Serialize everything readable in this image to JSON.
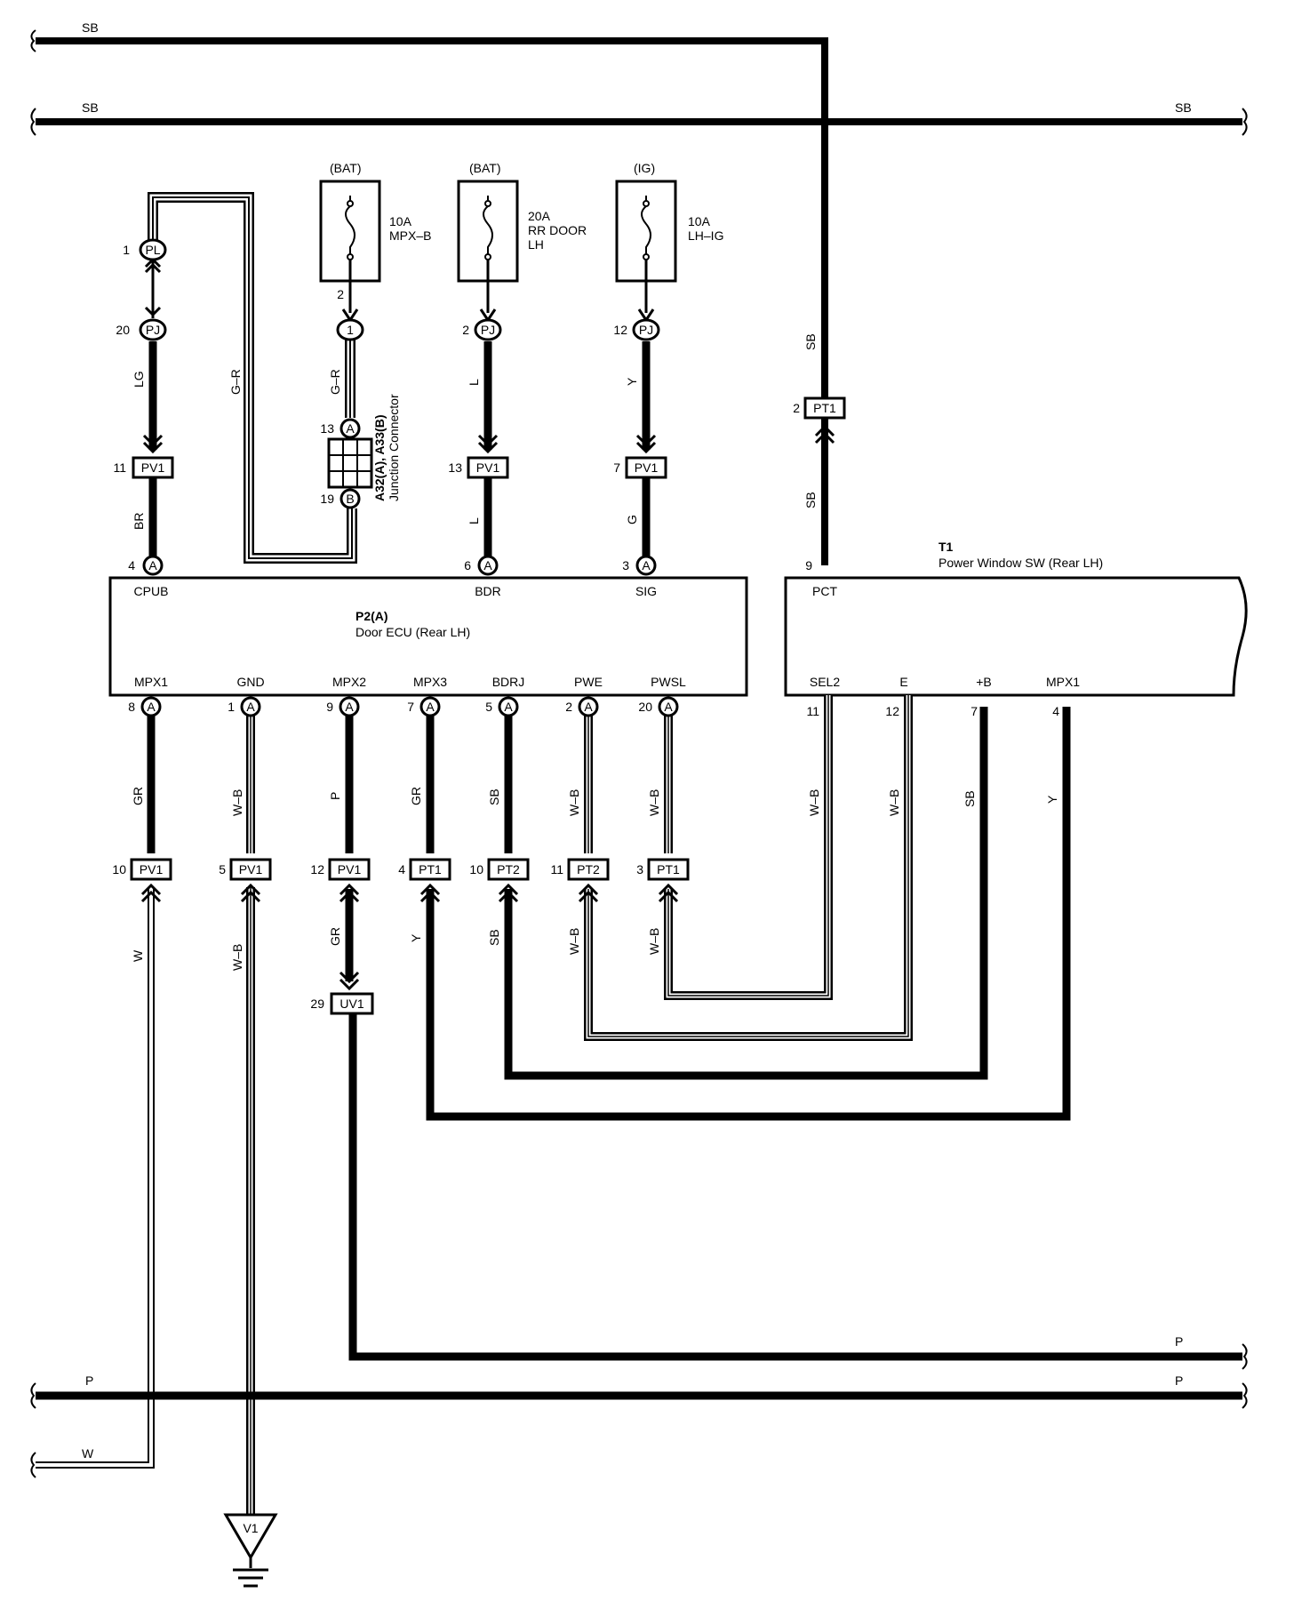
{
  "bus": {
    "top_sb_left": "SB",
    "mid_sb_left": "SB",
    "mid_sb_right": "SB",
    "p_upper_right": "P",
    "p_lower_left": "P",
    "p_lower_right": "P",
    "w_left": "W"
  },
  "fuses": [
    {
      "source": "(BAT)",
      "rating": "10A",
      "name_line1": "MPX–B",
      "name_line2": ""
    },
    {
      "source": "(BAT)",
      "rating": "20A",
      "name_line1": "RR DOOR",
      "name_line2": "LH"
    },
    {
      "source": "(IG)",
      "rating": "10A",
      "name_line1": "LH–IG",
      "name_line2": ""
    }
  ],
  "junction": {
    "name": "A32(A), A33(B)",
    "desc": "Junction Connector",
    "pinA": "13",
    "pinB": "19",
    "letterA": "A",
    "letterB": "B"
  },
  "ecu": {
    "id": "P2(A)",
    "name": "Door ECU (Rear LH)",
    "top_pins": [
      {
        "label": "CPUB",
        "pin": "4",
        "conn": "A"
      },
      {
        "label": "BDR",
        "pin": "6",
        "conn": "A"
      },
      {
        "label": "SIG",
        "pin": "3",
        "conn": "A"
      }
    ],
    "bottom_pins": [
      {
        "label": "MPX1",
        "pin": "8",
        "conn": "A"
      },
      {
        "label": "GND",
        "pin": "1",
        "conn": "A"
      },
      {
        "label": "MPX2",
        "pin": "9",
        "conn": "A"
      },
      {
        "label": "MPX3",
        "pin": "7",
        "conn": "A"
      },
      {
        "label": "BDRJ",
        "pin": "5",
        "conn": "A"
      },
      {
        "label": "PWE",
        "pin": "2",
        "conn": "A"
      },
      {
        "label": "PWSL",
        "pin": "20",
        "conn": "A"
      }
    ]
  },
  "switch": {
    "id": "T1",
    "name": "Power Window SW (Rear LH)",
    "top_pins": [
      {
        "label": "PCT",
        "pin": "9"
      }
    ],
    "bottom_pins": [
      {
        "label": "SEL2",
        "pin": "11"
      },
      {
        "label": "E",
        "pin": "12"
      },
      {
        "label": "+B",
        "pin": "7"
      },
      {
        "label": "MPX1",
        "pin": "4"
      }
    ]
  },
  "upper_connectors": {
    "pl": {
      "pin": "1",
      "name": "PL"
    },
    "pj20": {
      "pin": "20",
      "name": "PJ"
    },
    "pj_fuse1": {
      "pin": "2",
      "name": "1"
    },
    "pj2": {
      "pin": "2",
      "name": "PJ"
    },
    "pj12": {
      "pin": "12",
      "name": "PJ"
    },
    "pv1_11": {
      "pin": "11",
      "name": "PV1"
    },
    "pv1_13": {
      "pin": "13",
      "name": "PV1"
    },
    "pv1_7": {
      "pin": "7",
      "name": "PV1"
    },
    "pt1_2": {
      "pin": "2",
      "name": "PT1"
    }
  },
  "lower_connectors": [
    {
      "pin": "10",
      "name": "PV1"
    },
    {
      "pin": "5",
      "name": "PV1"
    },
    {
      "pin": "12",
      "name": "PV1"
    },
    {
      "pin": "4",
      "name": "PT1"
    },
    {
      "pin": "10",
      "name": "PT2"
    },
    {
      "pin": "11",
      "name": "PT2"
    },
    {
      "pin": "3",
      "name": "PT1"
    }
  ],
  "uv1": {
    "pin": "29",
    "name": "UV1"
  },
  "ground": {
    "name": "V1"
  },
  "wire_colors": {
    "lg": "LG",
    "br": "BR",
    "gr_r1": "G–R",
    "gr_r2": "G–R",
    "l1": "L",
    "l2": "L",
    "y1": "Y",
    "g1": "G",
    "sb_pct1": "SB",
    "sb_pct2": "SB",
    "mpx1_a": "GR",
    "mpx1_b": "W",
    "gnd_a": "W–B",
    "gnd_b": "W–B",
    "mpx2_a": "P",
    "mpx2_b": "GR",
    "mpx3_a": "GR",
    "mpx3_b": "Y",
    "bdrj_a": "SB",
    "bdrj_b": "SB",
    "pwe_a": "W–B",
    "pwe_b": "W–B",
    "pwsl_a": "W–B",
    "pwsl_b": "W–B",
    "sel2": "W–B",
    "e": "W–B",
    "plusb": "SB",
    "mpx1sw": "Y"
  }
}
